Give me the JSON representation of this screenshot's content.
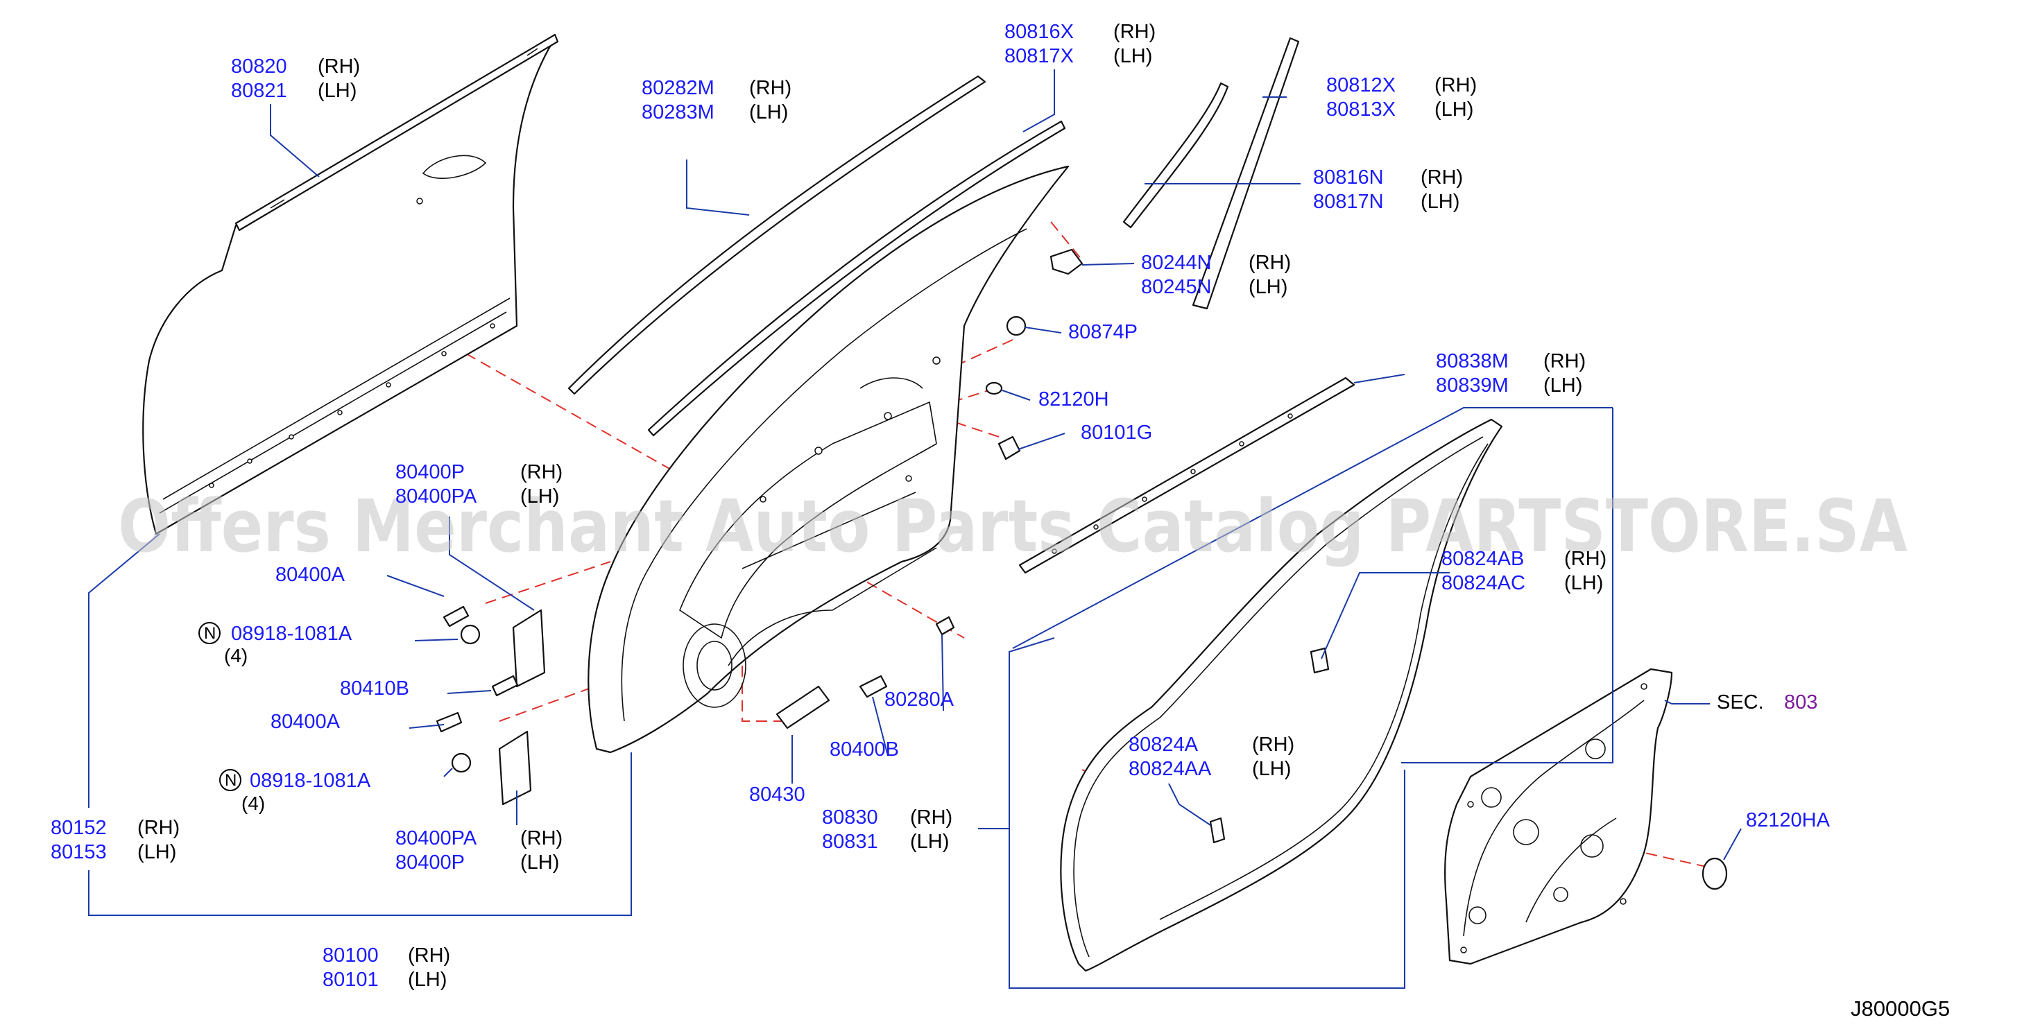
{
  "labels": {
    "p80820": "80820",
    "p80821": "80821",
    "p80282M": "80282M",
    "p80283M": "80283M",
    "p80816X": "80816X",
    "p80817X": "80817X",
    "p80812X": "80812X",
    "p80813X": "80813X",
    "p80816N": "80816N",
    "p80817N": "80817N",
    "p80244N": "80244N",
    "p80245N": "80245N",
    "p80874P": "80874P",
    "p82120H": "82120H",
    "p80101G": "80101G",
    "p80838M": "80838M",
    "p80839M": "80839M",
    "p80400P_top": "80400P",
    "p80400PA_top": "80400PA",
    "p80400A_top": "80400A",
    "p08918_top": "08918-1081A",
    "count_top": "(4)",
    "p80410B": "80410B",
    "p80400A_bot": "80400A",
    "p08918_bot": "08918-1081A",
    "count_bot": "(4)",
    "p80400PA_bot": "80400PA",
    "p80400P_bot": "80400P",
    "p80280A": "80280A",
    "p80400B": "80400B",
    "p80430": "80430",
    "p80824AB": "80824AB",
    "p80824AC": "80824AC",
    "p80824A": "80824A",
    "p80824AA": "80824AA",
    "p80830": "80830",
    "p80831": "80831",
    "p80152": "80152",
    "p80153": "80153",
    "p80100": "80100",
    "p80101": "80101",
    "p82120HA": "82120HA",
    "sec_prefix": "SEC.",
    "sec_number": "803",
    "diagram_code": "J80000G5",
    "rh": "(RH)",
    "lh": "(LH)",
    "n_symbol": "N"
  },
  "watermark": "Offers Merchant Auto Parts Catalog PARTSTORE.SA",
  "colors": {
    "part_number": "#1a1aff",
    "section_ref": "#7a1a9a",
    "dashed_guides": "#e0302a",
    "leader_lines": "#1a3aa8"
  }
}
